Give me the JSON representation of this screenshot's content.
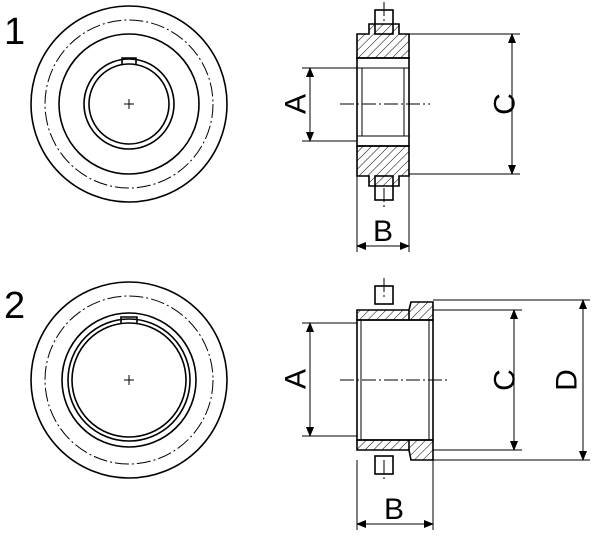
{
  "variants": [
    {
      "number": "1",
      "dims": {
        "bore": "A",
        "width": "B",
        "outer": "C"
      }
    },
    {
      "number": "2",
      "dims": {
        "bore": "A",
        "width": "B",
        "outer": "C",
        "hub": "D"
      }
    }
  ]
}
